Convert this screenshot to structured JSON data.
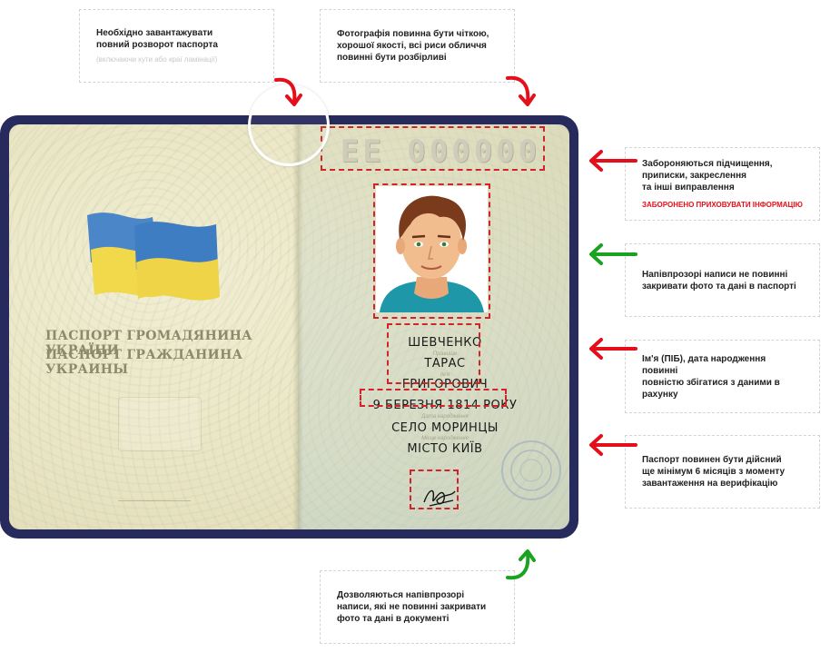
{
  "notes": {
    "top_left": {
      "text": "Необхідно завантажувати\nповний розворот паспорта",
      "sub": "(включаючи кути або краї ламінації)"
    },
    "top_right": {
      "text": "Фотографія повинна бути чіткою,\nхорошої якості, всі риси обличчя\nповинні бути розбірливі"
    },
    "right_1": {
      "text": "Забороняються підчищення,\nприписки, закреслення\nта інші виправлення",
      "warn": "Заборонено приховувати інформацію"
    },
    "right_2": {
      "text": "Напівпрозорі написи не повинні\nзакривати фото та дані в паспорті"
    },
    "right_3": {
      "text": "Ім'я (ПІБ), дата народження повинні\nповністю збігатися з даними в рахунку"
    },
    "right_4": {
      "text": "Паспорт повинен бути дійсний\nще мінімум 6 місяців з моменту\nзавантаження на верифікацію"
    },
    "bottom": {
      "text": "Дозволяються напівпрозорі\nнаписи, які не повинні закривати\nфото та дані в документі"
    }
  },
  "passport": {
    "cover_title_line1": "ПАСПОРТ ГРОМАДЯНИНА УКРАЇНИ",
    "cover_title_line2": "ПАСПОРТ ГРАЖДАНИНА УКРАИНЫ",
    "serial": "ЕЕ 000000",
    "surname": "ШЕВЧЕНКО",
    "name": "ТАРАС",
    "patronymic": "ГРИГОРОВИЧ",
    "birth_date": "9 БЕРЕЗНЯ 1814 РОКУ",
    "birth_place_1": "СЕЛО МОРИНЦЫ",
    "birth_place_2": "МІСТО КИЇВ"
  },
  "colors": {
    "frame": "#262a5c",
    "red": "#e3101b",
    "green": "#1aa320",
    "flag_blue": "#4a86c8",
    "flag_yellow": "#f2d84b"
  },
  "icons": {
    "red_arrow": "arrow-left-icon",
    "green_arrow": "arrow-left-icon",
    "curved_arrow": "curved-arrow-down-icon"
  }
}
